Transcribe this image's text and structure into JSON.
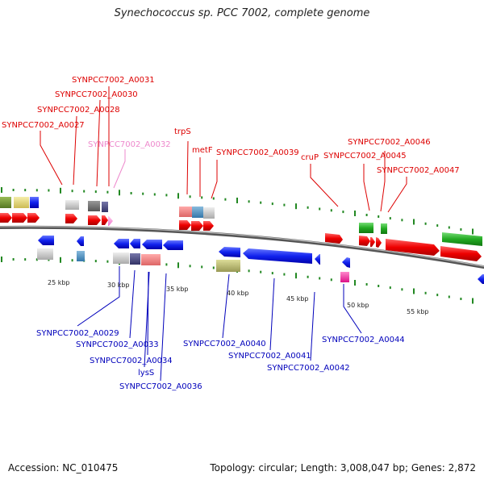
{
  "title": "Synechococcus sp. PCC 7002, complete genome",
  "footer": {
    "accession": "Accession: NC_010475",
    "summary": "Topology: circular; Length: 3,008,047 bp; Genes: 2,872"
  },
  "colors": {
    "forward_label": "#dd0000",
    "reverse_label": "#0000bb",
    "pseudo_label": "#ee88cc",
    "tick": "#228822",
    "backbone": "#888888"
  },
  "scale_labels": [
    "25 kbp",
    "30 kbp",
    "35 kbp",
    "40 kbp",
    "45 kbp",
    "50 kbp",
    "55 kbp"
  ],
  "forward_labels": [
    "SYNPCC7002_A0031",
    "SYNPCC7002_A0030",
    "SYNPCC7002_A0028",
    "SYNPCC7002_A0027",
    "SYNPCC7002_A0032",
    "trpS",
    "metF",
    "SYNPCC7002_A0039",
    "cruP",
    "SYNPCC7002_A0046",
    "SYNPCC7002_A0045",
    "SYNPCC7002_A0047"
  ],
  "reverse_labels": [
    "SYNPCC7002_A0029",
    "SYNPCC7002_A0033",
    "SYNPCC7002_A0034",
    "lysS",
    "SYNPCC7002_A0036",
    "SYNPCC7002_A0040",
    "SYNPCC7002_A0041",
    "SYNPCC7002_A0042",
    "SYNPCC7002_A0044"
  ]
}
